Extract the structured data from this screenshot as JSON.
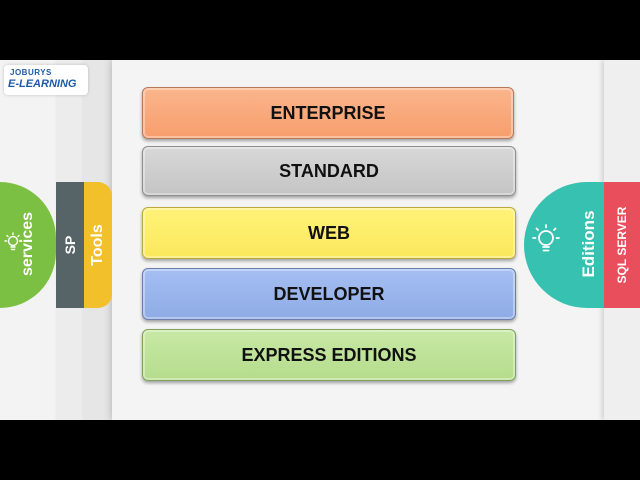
{
  "logo": {
    "brand": "JOBURYS",
    "subtitle": "E-LEARNING"
  },
  "left_tabs": [
    {
      "label": "services",
      "color": "#7cc043"
    },
    {
      "label": "SP",
      "color": "#566467"
    },
    {
      "label": "Tools",
      "color": "#f2c02b"
    }
  ],
  "right_tabs": [
    {
      "label": "Editions",
      "color": "#37c1b1"
    },
    {
      "label": "SQL SERVER",
      "color": "#e94e5c"
    }
  ],
  "editions": [
    {
      "label": "ENTERPRISE",
      "color": "#f9a97a"
    },
    {
      "label": "STANDARD",
      "color": "#cfcfcf"
    },
    {
      "label": "WEB",
      "color": "#fced68"
    },
    {
      "label": "DEVELOPER",
      "color": "#9ab5ec"
    },
    {
      "label": "EXPRESS EDITIONS",
      "color": "#bfe399"
    }
  ],
  "icons": {
    "left": "lightbulb-icon",
    "right": "lightbulb-icon"
  }
}
